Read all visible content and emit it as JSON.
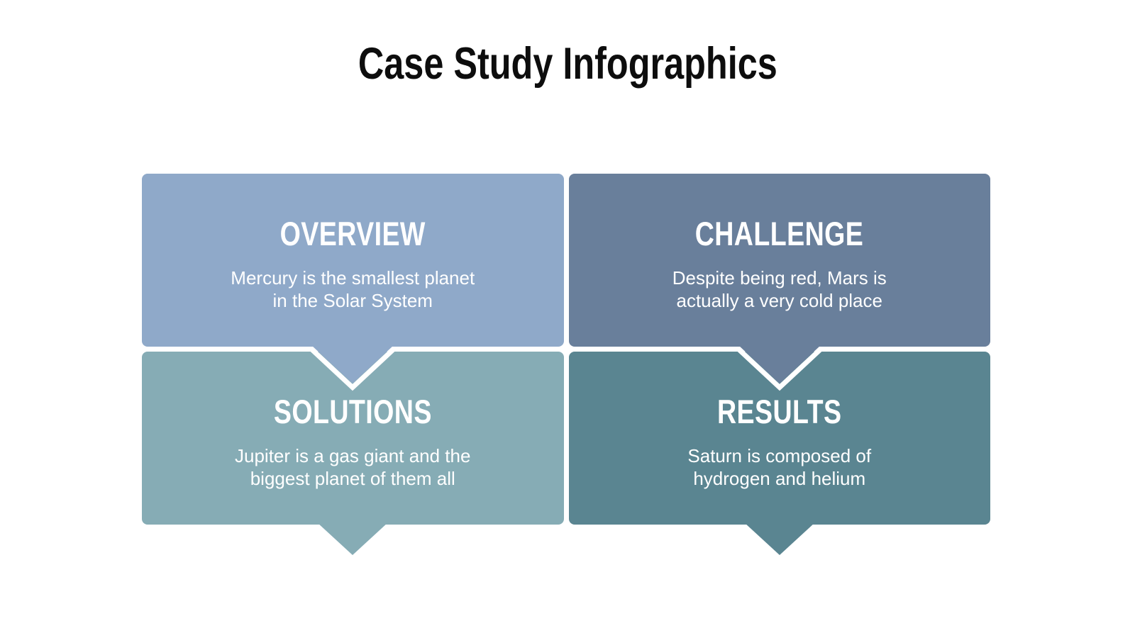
{
  "page": {
    "title": "Case Study Infographics"
  },
  "colors": {
    "background": "#FFFFFF",
    "title_text": "#0D0D0D",
    "card_text": "#FFFFFF",
    "connector_outline": "#FFFFFF"
  },
  "cards": [
    {
      "id": "overview",
      "label": "OVERVIEW",
      "body": "Mercury is the smallest planet\nin the Solar System",
      "color": "#8FA9C9"
    },
    {
      "id": "challenge",
      "label": "CHALLENGE",
      "body": "Despite being red, Mars is\nactually a very cold place",
      "color": "#697F9B"
    },
    {
      "id": "solutions",
      "label": "SOLUTIONS",
      "body": "Jupiter is a gas giant and the\nbiggest planet of them all",
      "color": "#86ACB5"
    },
    {
      "id": "results",
      "label": "RESULTS",
      "body": "Saturn is composed of\nhydrogen and helium",
      "color": "#5A8591"
    }
  ]
}
